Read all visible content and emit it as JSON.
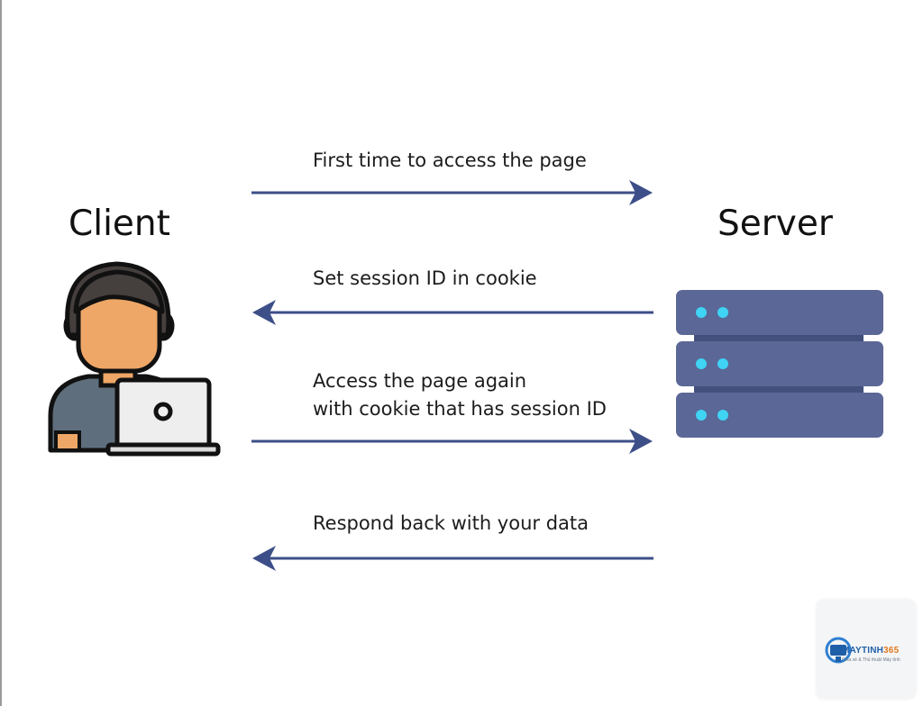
{
  "actors": {
    "client": {
      "label": "Client"
    },
    "server": {
      "label": "Server"
    }
  },
  "messages": [
    {
      "lines": [
        "First time to access the page"
      ],
      "direction": "client-to-server"
    },
    {
      "lines": [
        "Set session ID in cookie"
      ],
      "direction": "server-to-client"
    },
    {
      "lines": [
        "Access the page again",
        "with cookie that has session ID"
      ],
      "direction": "client-to-server"
    },
    {
      "lines": [
        "Respond back with your data"
      ],
      "direction": "server-to-client"
    }
  ],
  "colors": {
    "arrow": "#3d4f88",
    "server_body": "#5b6796",
    "server_gap": "#434f7d",
    "server_led": "#3fd3f4",
    "skin": "#eea767",
    "hair": "#453f3d",
    "shirt": "#5e6e7c",
    "laptop": "#eeeeee",
    "outline": "#111111"
  },
  "watermark": {
    "brand_main": "MAYTINH",
    "brand_accent": "365",
    "tagline": "Chia sẻ & Thủ thuật Máy tính"
  }
}
